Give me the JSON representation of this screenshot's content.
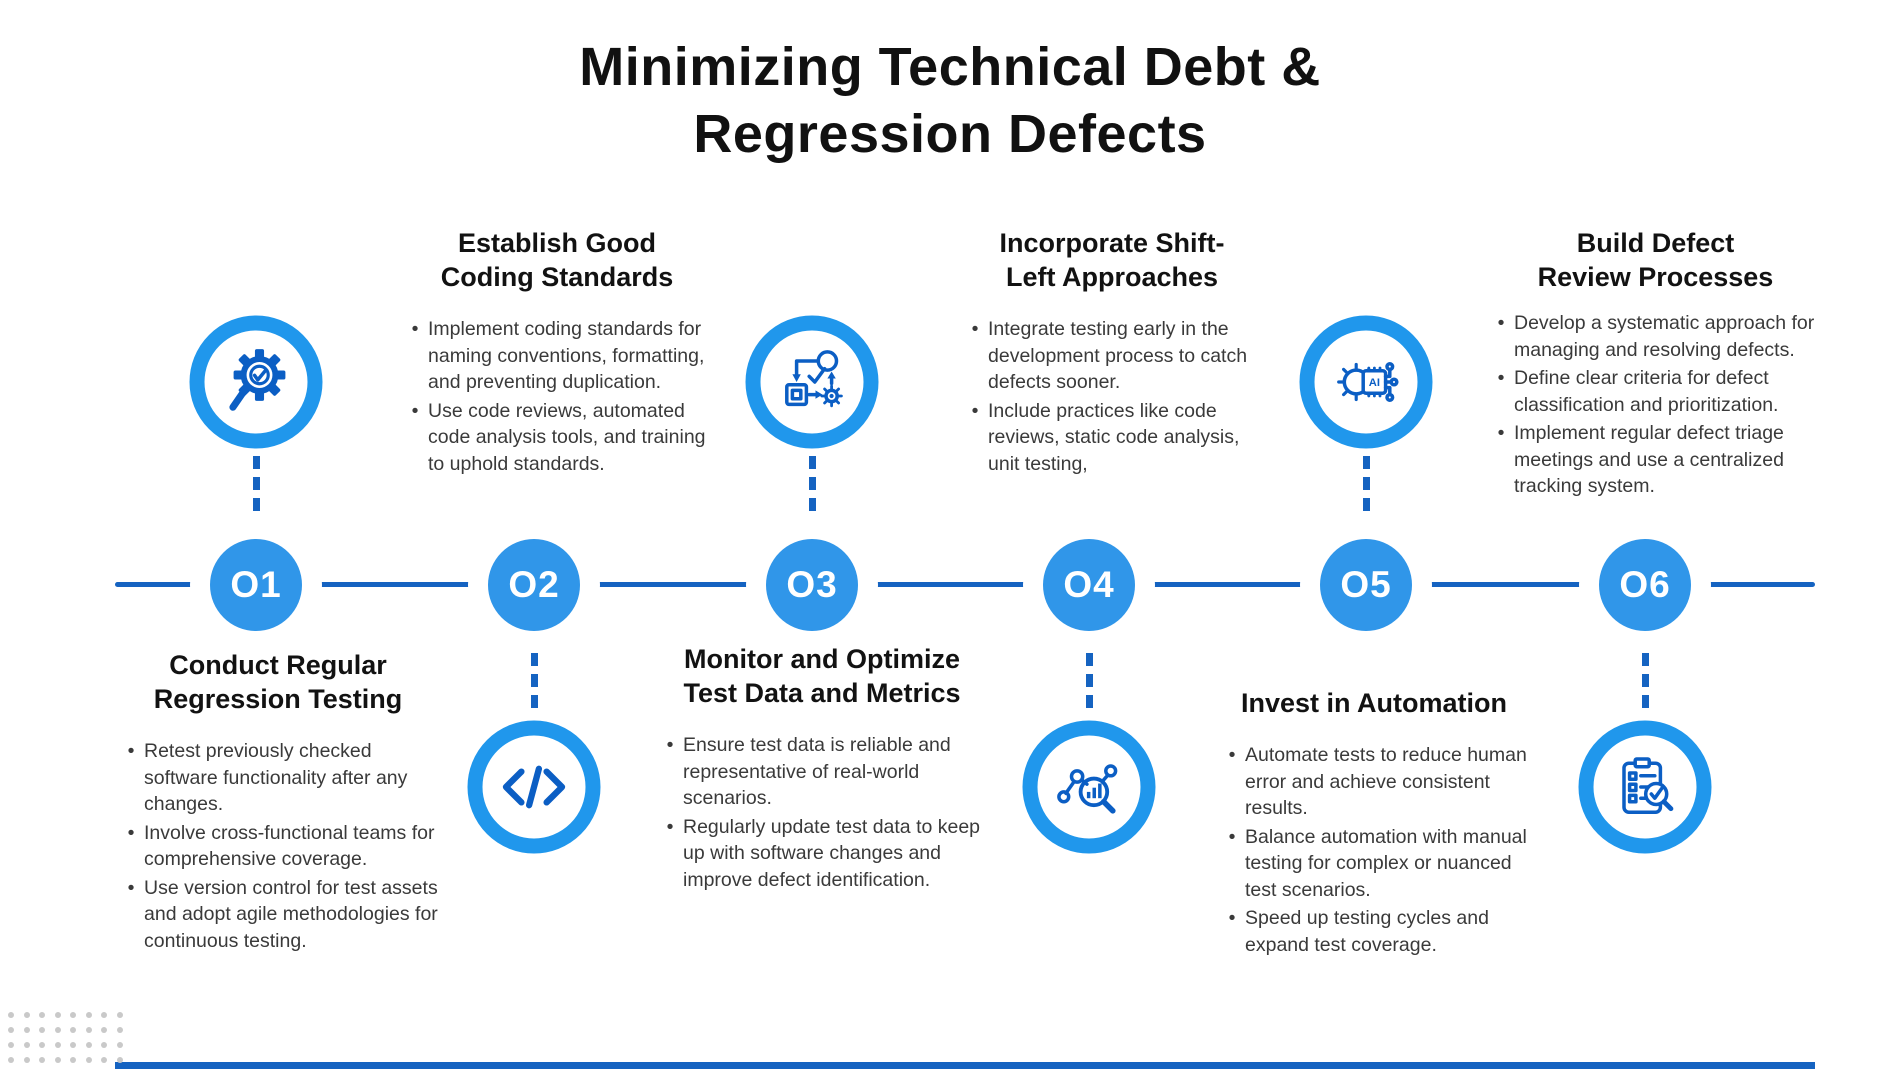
{
  "title": {
    "line1": "Minimizing Technical Debt &",
    "line2": "Regression Defects"
  },
  "colors": {
    "icon_ring": "#2097ec",
    "step_circle": "#3096e9",
    "connector_line": "#1563c1",
    "icon_stroke": "#0b5ec4",
    "heading_text": "#121212",
    "body_text": "#3a3a3a",
    "dots": "#c9c9c9"
  },
  "steps": [
    {
      "num": "O1",
      "title": "Conduct Regular Regression Testing",
      "icon": "gear-check-magnifier-icon",
      "bullets": [
        "Retest previously checked software functionality after any changes.",
        "Involve cross-functional teams for comprehensive coverage.",
        "Use version control for test assets and adopt agile methodologies for continuous testing."
      ]
    },
    {
      "num": "O2",
      "title": "Establish Good Coding Standards",
      "icon": "code-brackets-icon",
      "bullets": [
        "Implement coding standards for naming conventions, formatting, and preventing duplication.",
        "Use code reviews, automated code analysis tools, and training to uphold standards."
      ]
    },
    {
      "num": "O3",
      "title": "Monitor and Optimize Test Data and Metrics",
      "icon": "workflow-process-icon",
      "bullets": [
        "Ensure test data is reliable and representative of real-world scenarios.",
        "Regularly update test data to keep up with software changes and improve defect identification."
      ]
    },
    {
      "num": "O4",
      "title": "Incorporate Shift-Left Approaches",
      "icon": "data-analysis-magnifier-icon",
      "bullets": [
        "Integrate testing early in the development process to catch defects sooner.",
        "Include practices like code reviews, static code analysis, unit testing,"
      ]
    },
    {
      "num": "O5",
      "title": "Invest in Automation",
      "icon": "ai-chip-gear-icon",
      "bullets": [
        "Automate tests to reduce human error and achieve consistent results.",
        "Balance automation with manual testing for complex or nuanced test scenarios.",
        "Speed up testing cycles and expand test coverage."
      ]
    },
    {
      "num": "O6",
      "title": "Build Defect Review Processes",
      "icon": "clipboard-check-magnifier-icon",
      "bullets": [
        "Develop a systematic approach for managing and resolving defects.",
        "Define clear criteria for defect classification and prioritization.",
        "Implement regular defect triage meetings and use a centralized tracking system."
      ]
    }
  ]
}
